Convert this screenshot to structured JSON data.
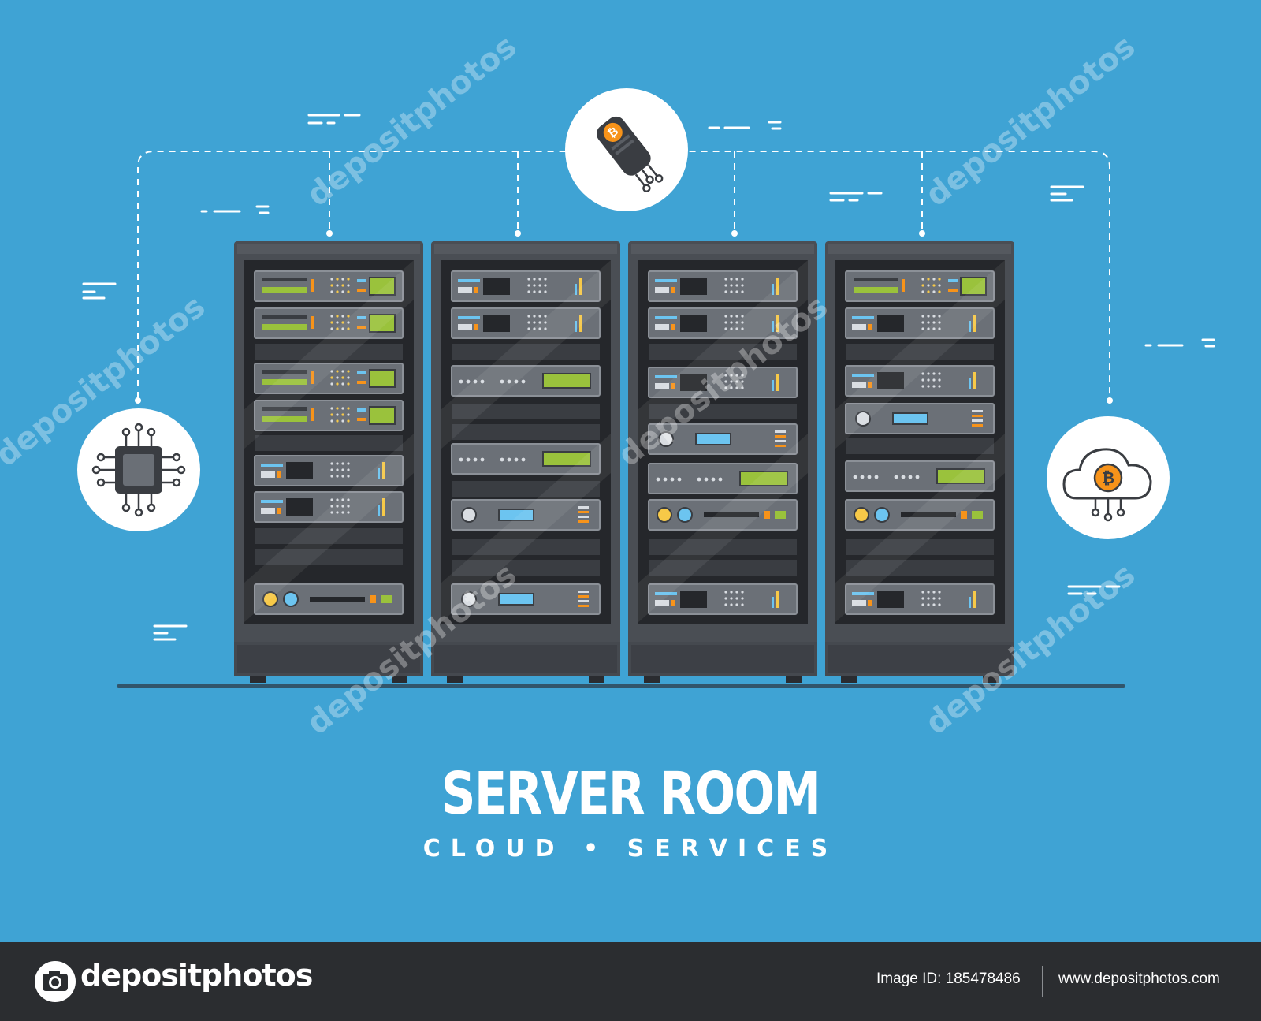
{
  "heading": {
    "title": "SERVER ROOM",
    "subtitle": "CLOUD • SERVICES"
  },
  "watermark": {
    "text": "depositphotos"
  },
  "footer": {
    "brand": "depositphotos",
    "image_id": "Image ID: 185478486",
    "url": "www.depositphotos.com"
  },
  "icons": {
    "top": "bitcoin-usb-chip-icon",
    "left": "processor-chip-icon",
    "right": "bitcoin-cloud-icon"
  },
  "colors": {
    "background": "#3fa3d4",
    "rack": "#3a3d42",
    "bitcoin": "#f7931a",
    "footer": "#2b2d30"
  }
}
